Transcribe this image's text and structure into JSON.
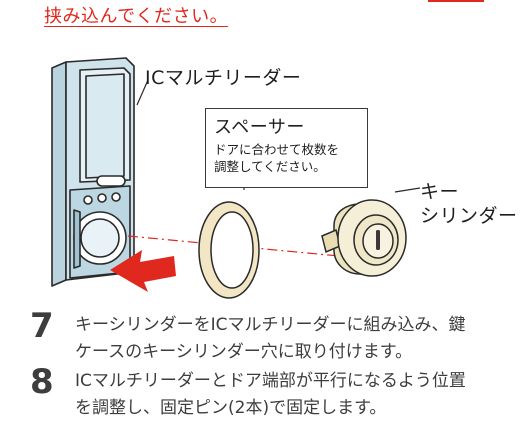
{
  "top_caption": "挟み込んでください。",
  "labels": {
    "ic_reader": "ICマルチリーダー",
    "spacer_title": "スペーサー",
    "spacer_note_line1": "ドアに合わせて枚数を",
    "spacer_note_line2": "調整してください。",
    "key_line1": "キー",
    "key_line2": "シリンダー"
  },
  "steps": [
    {
      "number": "7",
      "line1": "キーシリンダーをICマルチリーダーに組み込み、鍵",
      "line2": "ケースのキーシリンダー穴に取り付けます。"
    },
    {
      "number": "8",
      "line1": "ICマルチリーダーとドア端部が平行になるよう位置",
      "line2": "を調整し、固定ピン(2本)で固定します。"
    }
  ],
  "colors": {
    "accent_red": "#e0281e",
    "device_fill": "#d6e8f0",
    "spacer_ring": "#f2e6c4",
    "cylinder_body": "#f4efd6"
  }
}
